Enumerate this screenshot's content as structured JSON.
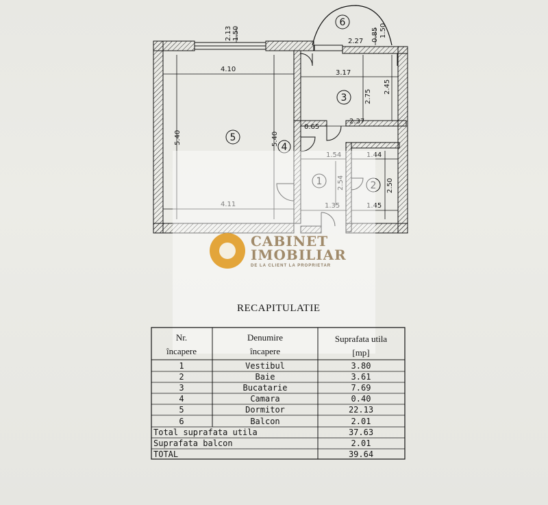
{
  "plan": {
    "room_numbers": [
      "1",
      "2",
      "3",
      "4",
      "5",
      "6"
    ],
    "dimensions": {
      "top_213": "2.13",
      "top_150": "1.50",
      "balcony_227": "2.27",
      "balcony_085": "0.85",
      "balcony_150": "1.50",
      "r5_width_top": "4.10",
      "r5_height_left": "5.40",
      "r5_height_right": "5.40",
      "r5_width_bottom": "4.11",
      "r3_width": "3.17",
      "r3_h1": "2.75",
      "r3_h2": "2.45",
      "r3_bottom": "2.37",
      "r4_w": "0.65",
      "r1_top": "1.54",
      "r1_h": "2.54",
      "r1_bottom": "1.35",
      "r2_top": "1.44",
      "r2_h": "2.50",
      "r2_bottom": "1.45"
    }
  },
  "logo": {
    "line1": "CABINET",
    "line2": "IMOBILIAR",
    "tagline": "DE LA CLIENT LA PROPRIETAR",
    "color": "#e3a53a"
  },
  "recap": {
    "title": "RECAPITULATIE",
    "headers": {
      "nr_line1": "Nr.",
      "nr_line2": "încapere",
      "name_line1": "Denumire",
      "name_line2": "încapere",
      "area_line1": "Suprafata utila",
      "area_line2": "[mp]"
    },
    "rows": [
      {
        "nr": "1",
        "name": "Vestibul",
        "area": "3.80"
      },
      {
        "nr": "2",
        "name": "Baie",
        "area": "3.61"
      },
      {
        "nr": "3",
        "name": "Bucatarie",
        "area": "7.69"
      },
      {
        "nr": "4",
        "name": "Camara",
        "area": "0.40"
      },
      {
        "nr": "5",
        "name": "Dormitor",
        "area": "22.13"
      },
      {
        "nr": "6",
        "name": "Balcon",
        "area": "2.01"
      }
    ],
    "totals": [
      {
        "label": "Total suprafata utila",
        "value": "37.63"
      },
      {
        "label": "Suprafata balcon",
        "value": "2.01"
      },
      {
        "label": "TOTAL",
        "value": "39.64"
      }
    ]
  }
}
